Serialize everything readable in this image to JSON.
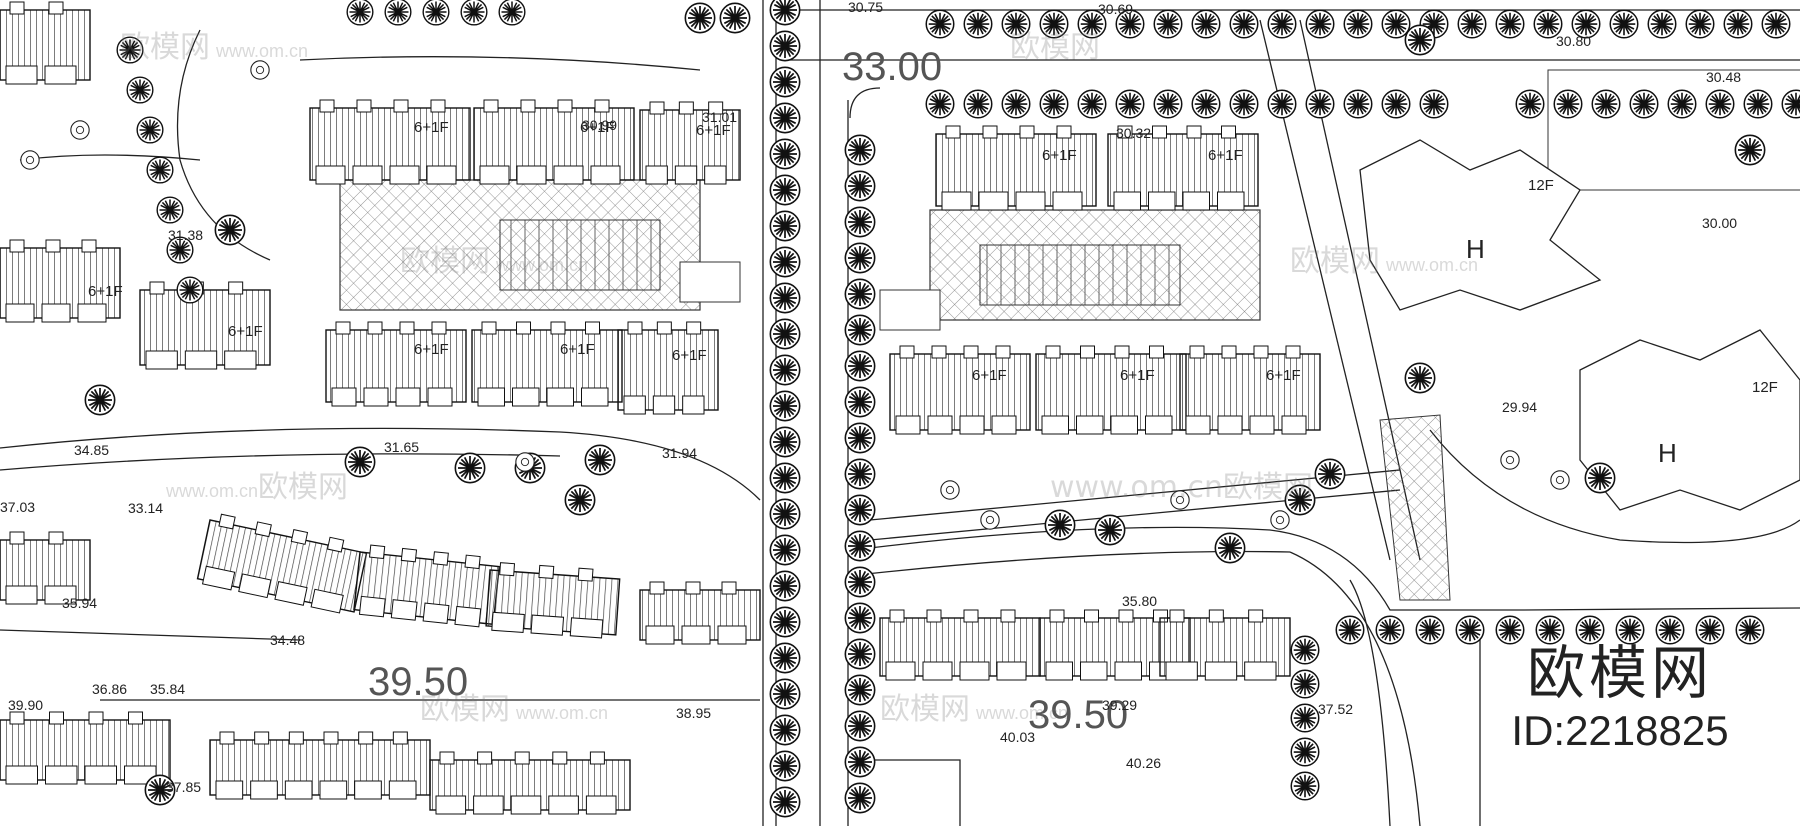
{
  "colors": {
    "line": "#222222",
    "hatch": "#555555",
    "paper": "#ffffff",
    "watermark": "#9a9a9a"
  },
  "brand": {
    "name": "欧模网",
    "id_label": "ID:2218825"
  },
  "watermarks": [
    {
      "text": "欧模网",
      "url": "www.om.cn"
    },
    {
      "text": "欧模网",
      "url": "www.om.cn"
    },
    {
      "text": "欧模网",
      "url": "www.om.cn"
    },
    {
      "text": "欧模网",
      "url": "www.om.cn"
    },
    {
      "text": "欧模网",
      "url": "www.om.cn"
    },
    {
      "text": "欧模网",
      "url": "www.om.cn"
    },
    {
      "text": "欧模网",
      "url": "www.om.cn"
    },
    {
      "text": "欧模网",
      "url": "www.om.cn"
    }
  ],
  "road_elevations": [
    "33.00",
    "39.50",
    "39.50"
  ],
  "spot_elevations": [
    "30.75",
    "30.69",
    "30.80",
    "30.48",
    "30.00",
    "31.38",
    "34.85",
    "33.14",
    "37.03",
    "31.65",
    "31.94",
    "35.94",
    "34.48",
    "39.90",
    "36.86",
    "35.84",
    "38.95",
    "37.85",
    "35.80",
    "37.52",
    "40.03",
    "40.26",
    "39.29",
    "29.94",
    "30.99",
    "31.01",
    "30.32"
  ],
  "floor_labels": [
    "6+1F",
    "6+1F",
    "6+1F",
    "6+1F",
    "6+1F",
    "6+1F",
    "6+1F",
    "6+1F",
    "6+1F",
    "6+1F",
    "6+1F",
    "6+1F",
    "6+1F",
    "12F",
    "12F",
    "H",
    "H"
  ]
}
